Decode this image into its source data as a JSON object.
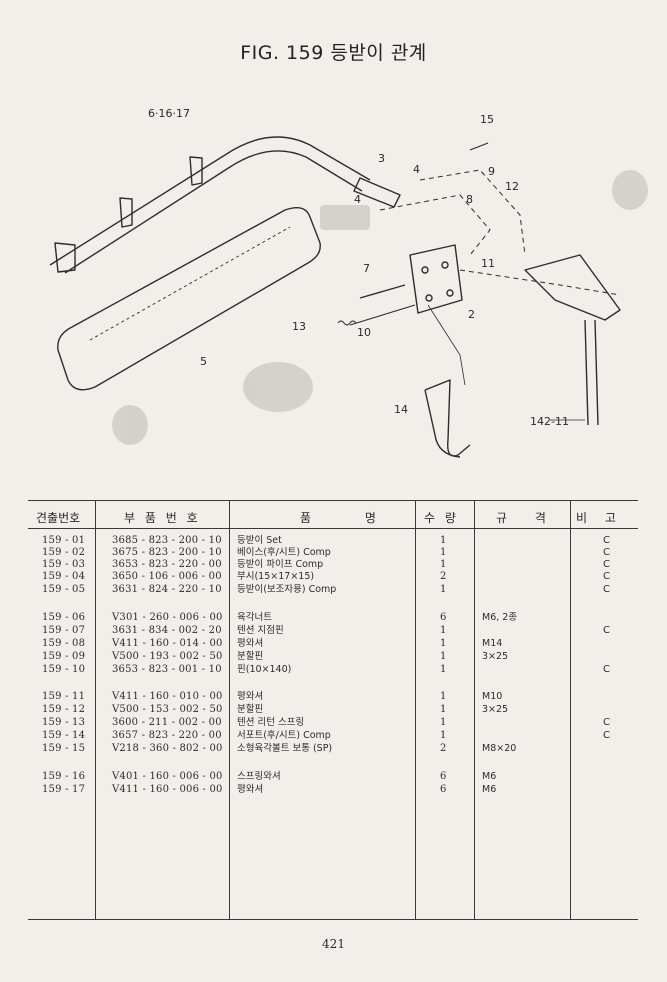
{
  "title": "FIG. 159 등받이 관계",
  "diagram_labels": {
    "l_6_16_17": "6·16·17",
    "l_15": "15",
    "l_3": "3",
    "l_4a": "4",
    "l_4b": "4",
    "l_9": "9",
    "l_12": "12",
    "l_8": "8",
    "l_11": "11",
    "l_7": "7",
    "l_2": "2",
    "l_13": "13",
    "l_10": "10",
    "l_5": "5",
    "l_14": "14",
    "l_142_11": "142-11"
  },
  "table": {
    "headers": [
      "견출번호",
      "부 품 번 호",
      "품 명",
      "수 량",
      "규 격",
      "비 고"
    ],
    "rows": [
      {
        "no": "159 - 01",
        "part": "3685 - 823 - 200 - 10",
        "name": "등받이 Set",
        "qty": "1",
        "spec": "",
        "note": "C"
      },
      {
        "no": "159 - 02",
        "part": "3675 - 823 - 200 - 10",
        "name": "베이스(후/시트) Comp",
        "qty": "1",
        "spec": "",
        "note": "C"
      },
      {
        "no": "159 - 03",
        "part": "3653 - 823 - 220 - 00",
        "name": "등받이 파이프 Comp",
        "qty": "1",
        "spec": "",
        "note": "C"
      },
      {
        "no": "159 - 04",
        "part": "3650 - 106 - 006 - 00",
        "name": "부시(15×17×15)",
        "qty": "2",
        "spec": "",
        "note": "C"
      },
      {
        "no": "159 - 05",
        "part": "3631 - 824 - 220 - 10",
        "name": "등받이(보조자용) Comp",
        "qty": "1",
        "spec": "",
        "note": "C"
      },
      {
        "no": "159 - 06",
        "part": "V301 - 260 - 006 - 00",
        "name": "육각너트",
        "qty": "6",
        "spec": "M6, 2종",
        "note": ""
      },
      {
        "no": "159 - 07",
        "part": "3631 - 834 - 002 - 20",
        "name": "텐션 지점핀",
        "qty": "1",
        "spec": "",
        "note": "C"
      },
      {
        "no": "159 - 08",
        "part": "V411 - 160 - 014 - 00",
        "name": "평와셔",
        "qty": "1",
        "spec": "M14",
        "note": ""
      },
      {
        "no": "159 - 09",
        "part": "V500 - 193 - 002 - 50",
        "name": "분할핀",
        "qty": "1",
        "spec": "3×25",
        "note": ""
      },
      {
        "no": "159 - 10",
        "part": "3653 - 823 - 001 - 10",
        "name": "핀(10×140)",
        "qty": "1",
        "spec": "",
        "note": "C"
      },
      {
        "no": "159 - 11",
        "part": "V411 - 160 - 010 - 00",
        "name": "평와셔",
        "qty": "1",
        "spec": "M10",
        "note": ""
      },
      {
        "no": "159 - 12",
        "part": "V500 - 153 - 002 - 50",
        "name": "분할핀",
        "qty": "1",
        "spec": "3×25",
        "note": ""
      },
      {
        "no": "159 - 13",
        "part": "3600 - 211 - 002 - 00",
        "name": "텐션 리턴 스프링",
        "qty": "1",
        "spec": "",
        "note": "C"
      },
      {
        "no": "159 - 14",
        "part": "3657 - 823 - 220 - 00",
        "name": "서포트(후/시트) Comp",
        "qty": "1",
        "spec": "",
        "note": "C"
      },
      {
        "no": "159 - 15",
        "part": "V218 - 360 - 802 - 00",
        "name": "소형육각볼트 보통 (SP)",
        "qty": "2",
        "spec": "M8×20",
        "note": ""
      },
      {
        "no": "159 - 16",
        "part": "V401 - 160 - 006 - 00",
        "name": "스프링와셔",
        "qty": "6",
        "spec": "M6",
        "note": ""
      },
      {
        "no": "159 - 17",
        "part": "V411 - 160 - 006 - 00",
        "name": "평와셔",
        "qty": "6",
        "spec": "M6",
        "note": ""
      }
    ]
  },
  "page_number": "421"
}
